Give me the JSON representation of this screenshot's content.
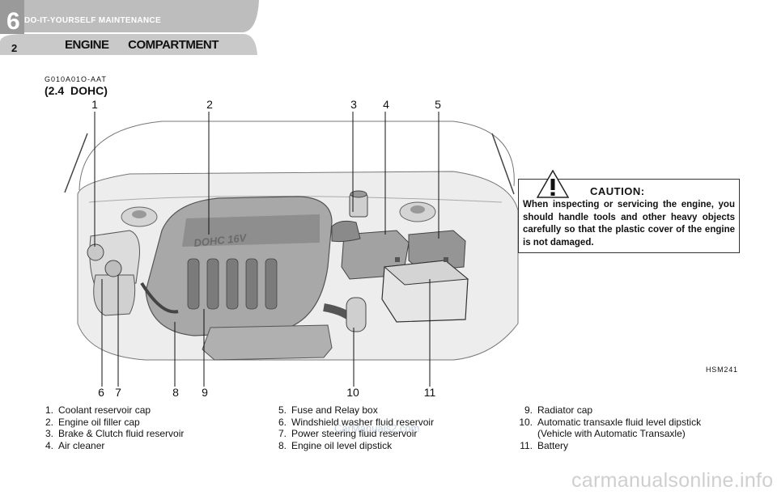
{
  "header": {
    "chapter_number": "6",
    "chapter_title": "DO-IT-YOURSELF   MAINTENANCE",
    "page_number": "2",
    "section_title": "ENGINE COMPARTMENT",
    "tab_color": "#c7c7c7"
  },
  "figure": {
    "ref_code": "G010A01O-AAT",
    "variant": "(2.4 DOHC)",
    "engine_badge": "DOHC 16V",
    "image_code": "HSM241",
    "callouts_top": [
      "1",
      "2",
      "3",
      "4",
      "5"
    ],
    "callouts_bottom": [
      "6",
      "7",
      "8",
      "9",
      "10",
      "11"
    ]
  },
  "caution": {
    "heading": "CAUTION:",
    "icon": "warning-triangle-icon",
    "body": "When inspecting or servicing the engine, you should handle tools and other heavy objects carefully so that the plastic cover of the engine is not damaged."
  },
  "legend": {
    "col1": [
      {
        "n": "1.",
        "t": "Coolant reservoir cap"
      },
      {
        "n": "2.",
        "t": "Engine oil filler cap"
      },
      {
        "n": "3.",
        "t": "Brake & Clutch fluid reservoir"
      },
      {
        "n": "4.",
        "t": "Air cleaner"
      }
    ],
    "col2": [
      {
        "n": "5.",
        "t": "Fuse and Relay box"
      },
      {
        "n": "6.",
        "t": "Windshield washer fluid reservoir"
      },
      {
        "n": "7.",
        "t": "Power steering fluid reservoir"
      },
      {
        "n": "8.",
        "t": "Engine oil level dipstick"
      }
    ],
    "col3": [
      {
        "n": "9.",
        "t": "Radiator cap"
      },
      {
        "n": "10.",
        "t": "Automatic transaxle fluid level dipstick"
      },
      {
        "n": "",
        "t": "(Vehicle with Automatic Transaxle)"
      },
      {
        "n": "11.",
        "t": "Battery"
      }
    ]
  },
  "watermarks": {
    "main": "carmanualsonline.info",
    "secondary": "CarManuals2.com"
  }
}
